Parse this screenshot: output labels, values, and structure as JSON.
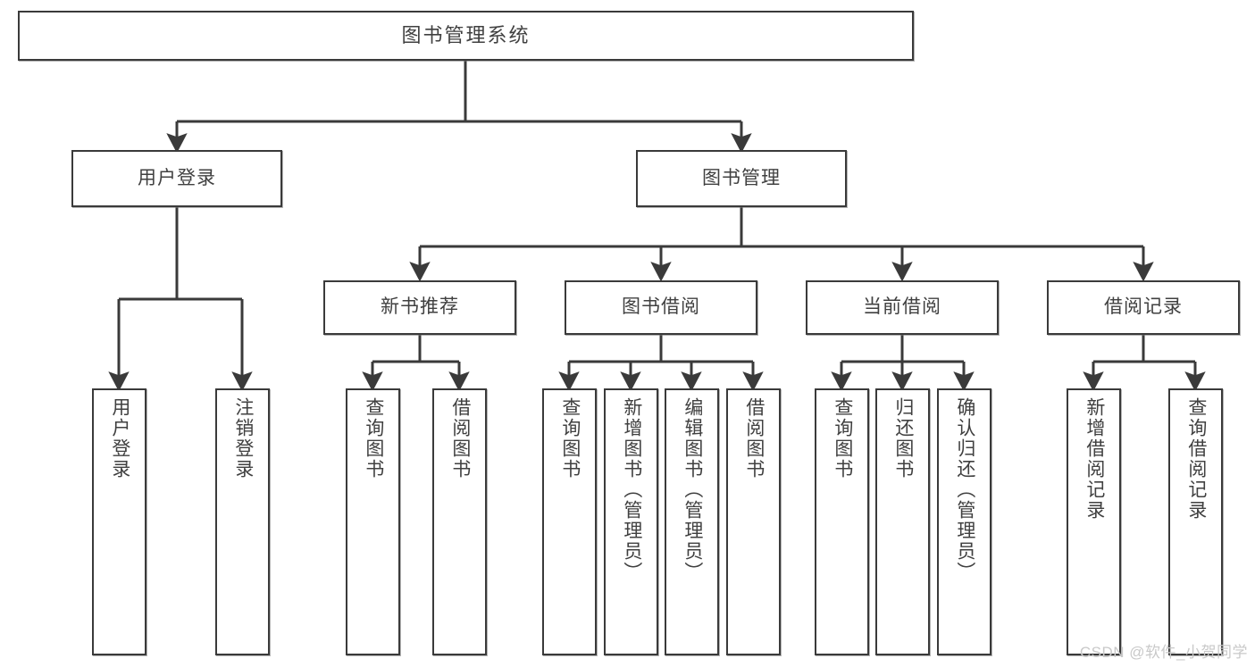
{
  "diagram": {
    "type": "tree",
    "title": "图书管理系统",
    "watermark": "CSDN @软件_小贺同学",
    "colors": {
      "box_border": "#3a3a3a",
      "box_fill": "#ffffff",
      "text": "#404040",
      "edge": "#3a3a3a",
      "watermark": "#c9c9c9"
    },
    "root": {
      "id": "root",
      "label": "图书管理系统"
    },
    "level2": [
      {
        "id": "user-login",
        "label": "用户登录"
      },
      {
        "id": "book-manage",
        "label": "图书管理"
      }
    ],
    "level3": [
      {
        "id": "new-book-recommend",
        "label": "新书推荐",
        "parent": "book-manage"
      },
      {
        "id": "book-borrow",
        "label": "图书借阅",
        "parent": "book-manage"
      },
      {
        "id": "current-borrow",
        "label": "当前借阅",
        "parent": "book-manage"
      },
      {
        "id": "borrow-record",
        "label": "借阅记录",
        "parent": "book-manage"
      }
    ],
    "leaves": {
      "user_login": [
        {
          "id": "leaf-user-login",
          "label": "用户登录"
        },
        {
          "id": "leaf-logout-login",
          "label": "注销登录"
        }
      ],
      "new_book_recommend": [
        {
          "id": "leaf-query-book-1",
          "label": "查询图书"
        },
        {
          "id": "leaf-borrow-book-1",
          "label": "借阅图书"
        }
      ],
      "book_borrow": [
        {
          "id": "leaf-query-book-2",
          "label": "查询图书"
        },
        {
          "id": "leaf-add-book",
          "label": "新增图书（管理员）"
        },
        {
          "id": "leaf-edit-book",
          "label": "编辑图书（管理员）"
        },
        {
          "id": "leaf-borrow-book-2",
          "label": "借阅图书"
        }
      ],
      "current_borrow": [
        {
          "id": "leaf-query-book-3",
          "label": "查询图书"
        },
        {
          "id": "leaf-return-book",
          "label": "归还图书"
        },
        {
          "id": "leaf-confirm-return",
          "label": "确认归还（管理员）"
        }
      ],
      "borrow_record": [
        {
          "id": "leaf-add-record",
          "label": "新增借阅记录"
        },
        {
          "id": "leaf-query-record",
          "label": "查询借阅记录"
        }
      ]
    }
  }
}
